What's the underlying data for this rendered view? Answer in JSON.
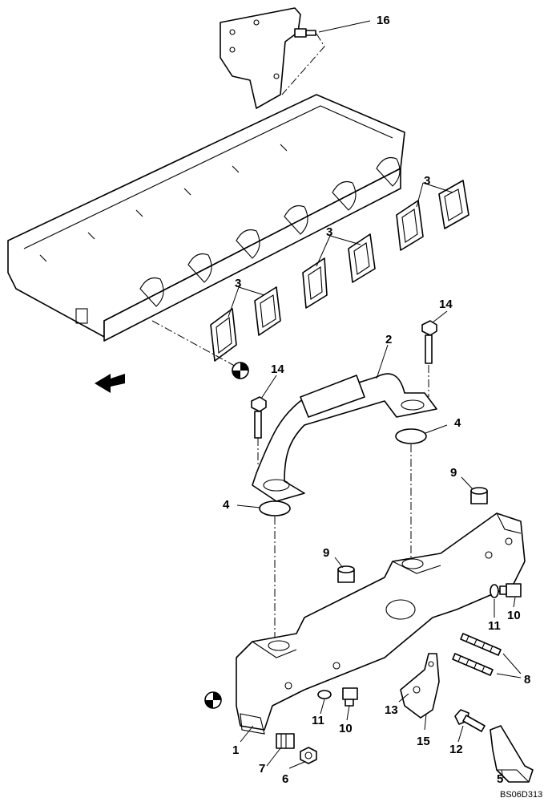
{
  "diagram": {
    "reference_code": "BS06D313",
    "callouts": [
      "16",
      "3",
      "3",
      "3",
      "14",
      "2",
      "14",
      "4",
      "4",
      "9",
      "9",
      "10",
      "11",
      "10",
      "11",
      "8",
      "1",
      "7",
      "6",
      "13",
      "15",
      "12",
      "5"
    ]
  }
}
